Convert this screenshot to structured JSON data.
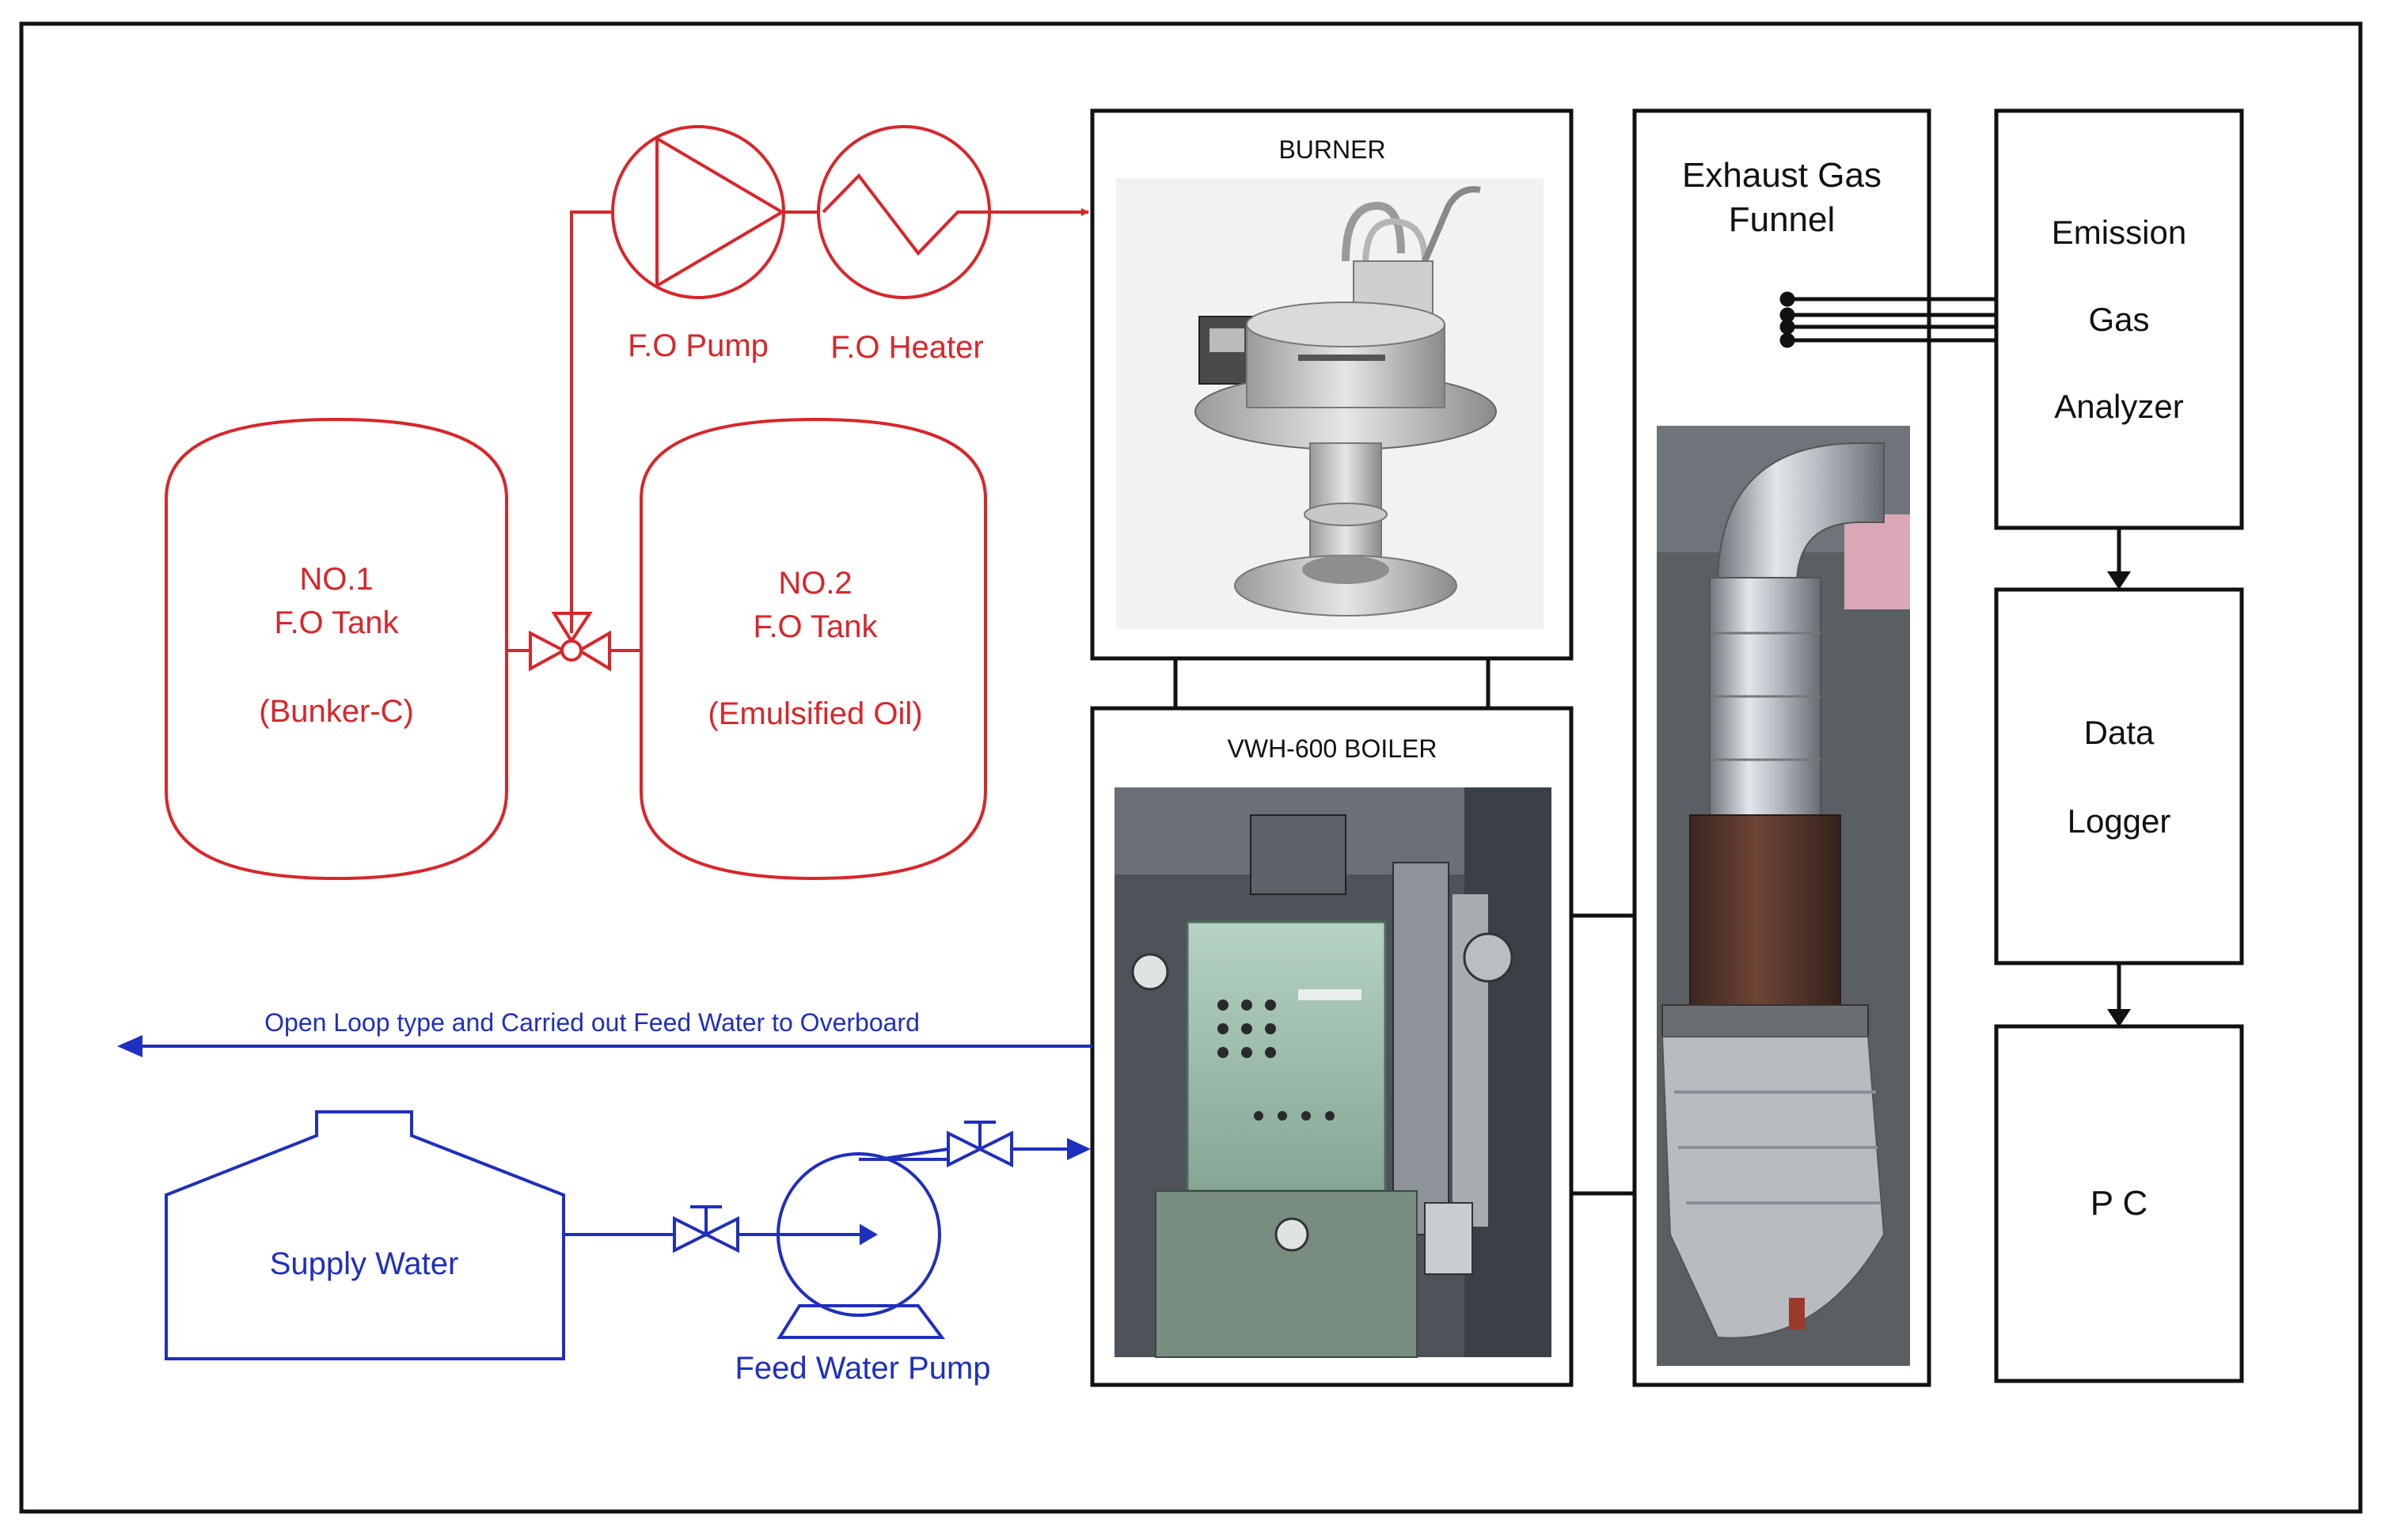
{
  "colors": {
    "fuel": "#d8262b",
    "water": "#1f2fbe",
    "line": "#111111",
    "frame": "#111111",
    "background": "#ffffff"
  },
  "fuel_system": {
    "tank1": {
      "line1": "NO.1",
      "line2": "F.O Tank",
      "line3": "(Bunker-C)"
    },
    "tank2": {
      "line1": "NO.2",
      "line2": "F.O Tank",
      "line3": "(Emulsified Oil)"
    },
    "pump_label": "F.O Pump",
    "heater_label": "F.O Heater"
  },
  "equipment": {
    "burner_label": "BURNER",
    "boiler_label": "VWH-600 BOILER",
    "funnel_label_line1": "Exhaust Gas",
    "funnel_label_line2": "Funnel"
  },
  "measurement": {
    "analyzer": {
      "line1": "Emission",
      "line2": "Gas",
      "line3": "Analyzer"
    },
    "logger": {
      "line1": "Data",
      "line2": "Logger"
    },
    "pc": "P C"
  },
  "water_system": {
    "overboard_label": "Open Loop type and Carried out Feed Water to Overboard",
    "supply_label": "Supply Water",
    "pump_label": "Feed Water Pump"
  },
  "icons": {
    "burner_photo": "burner-photo",
    "boiler_photo": "boiler-photo",
    "funnel_photo": "exhaust-funnel-photo",
    "pump_symbol": "pump-icon",
    "heater_symbol": "heater-icon",
    "valve_symbol": "valve-icon"
  }
}
